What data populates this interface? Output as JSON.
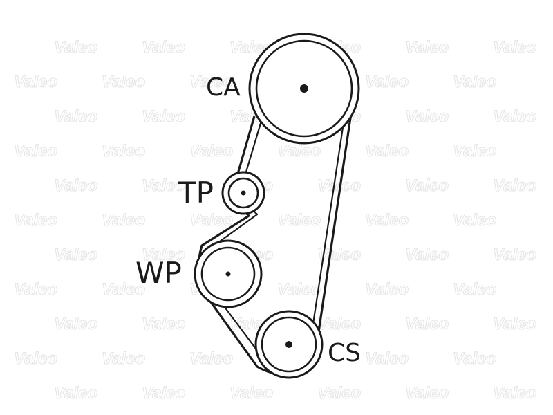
{
  "watermark": {
    "text": "Valeo",
    "color": "#e6e6e6"
  },
  "labels": {
    "camshaft": "CA",
    "tensioner": "TP",
    "water_pump": "WP",
    "crankshaft": "CS"
  },
  "colors": {
    "line": "#1a1a1a",
    "background": "#ffffff"
  }
}
